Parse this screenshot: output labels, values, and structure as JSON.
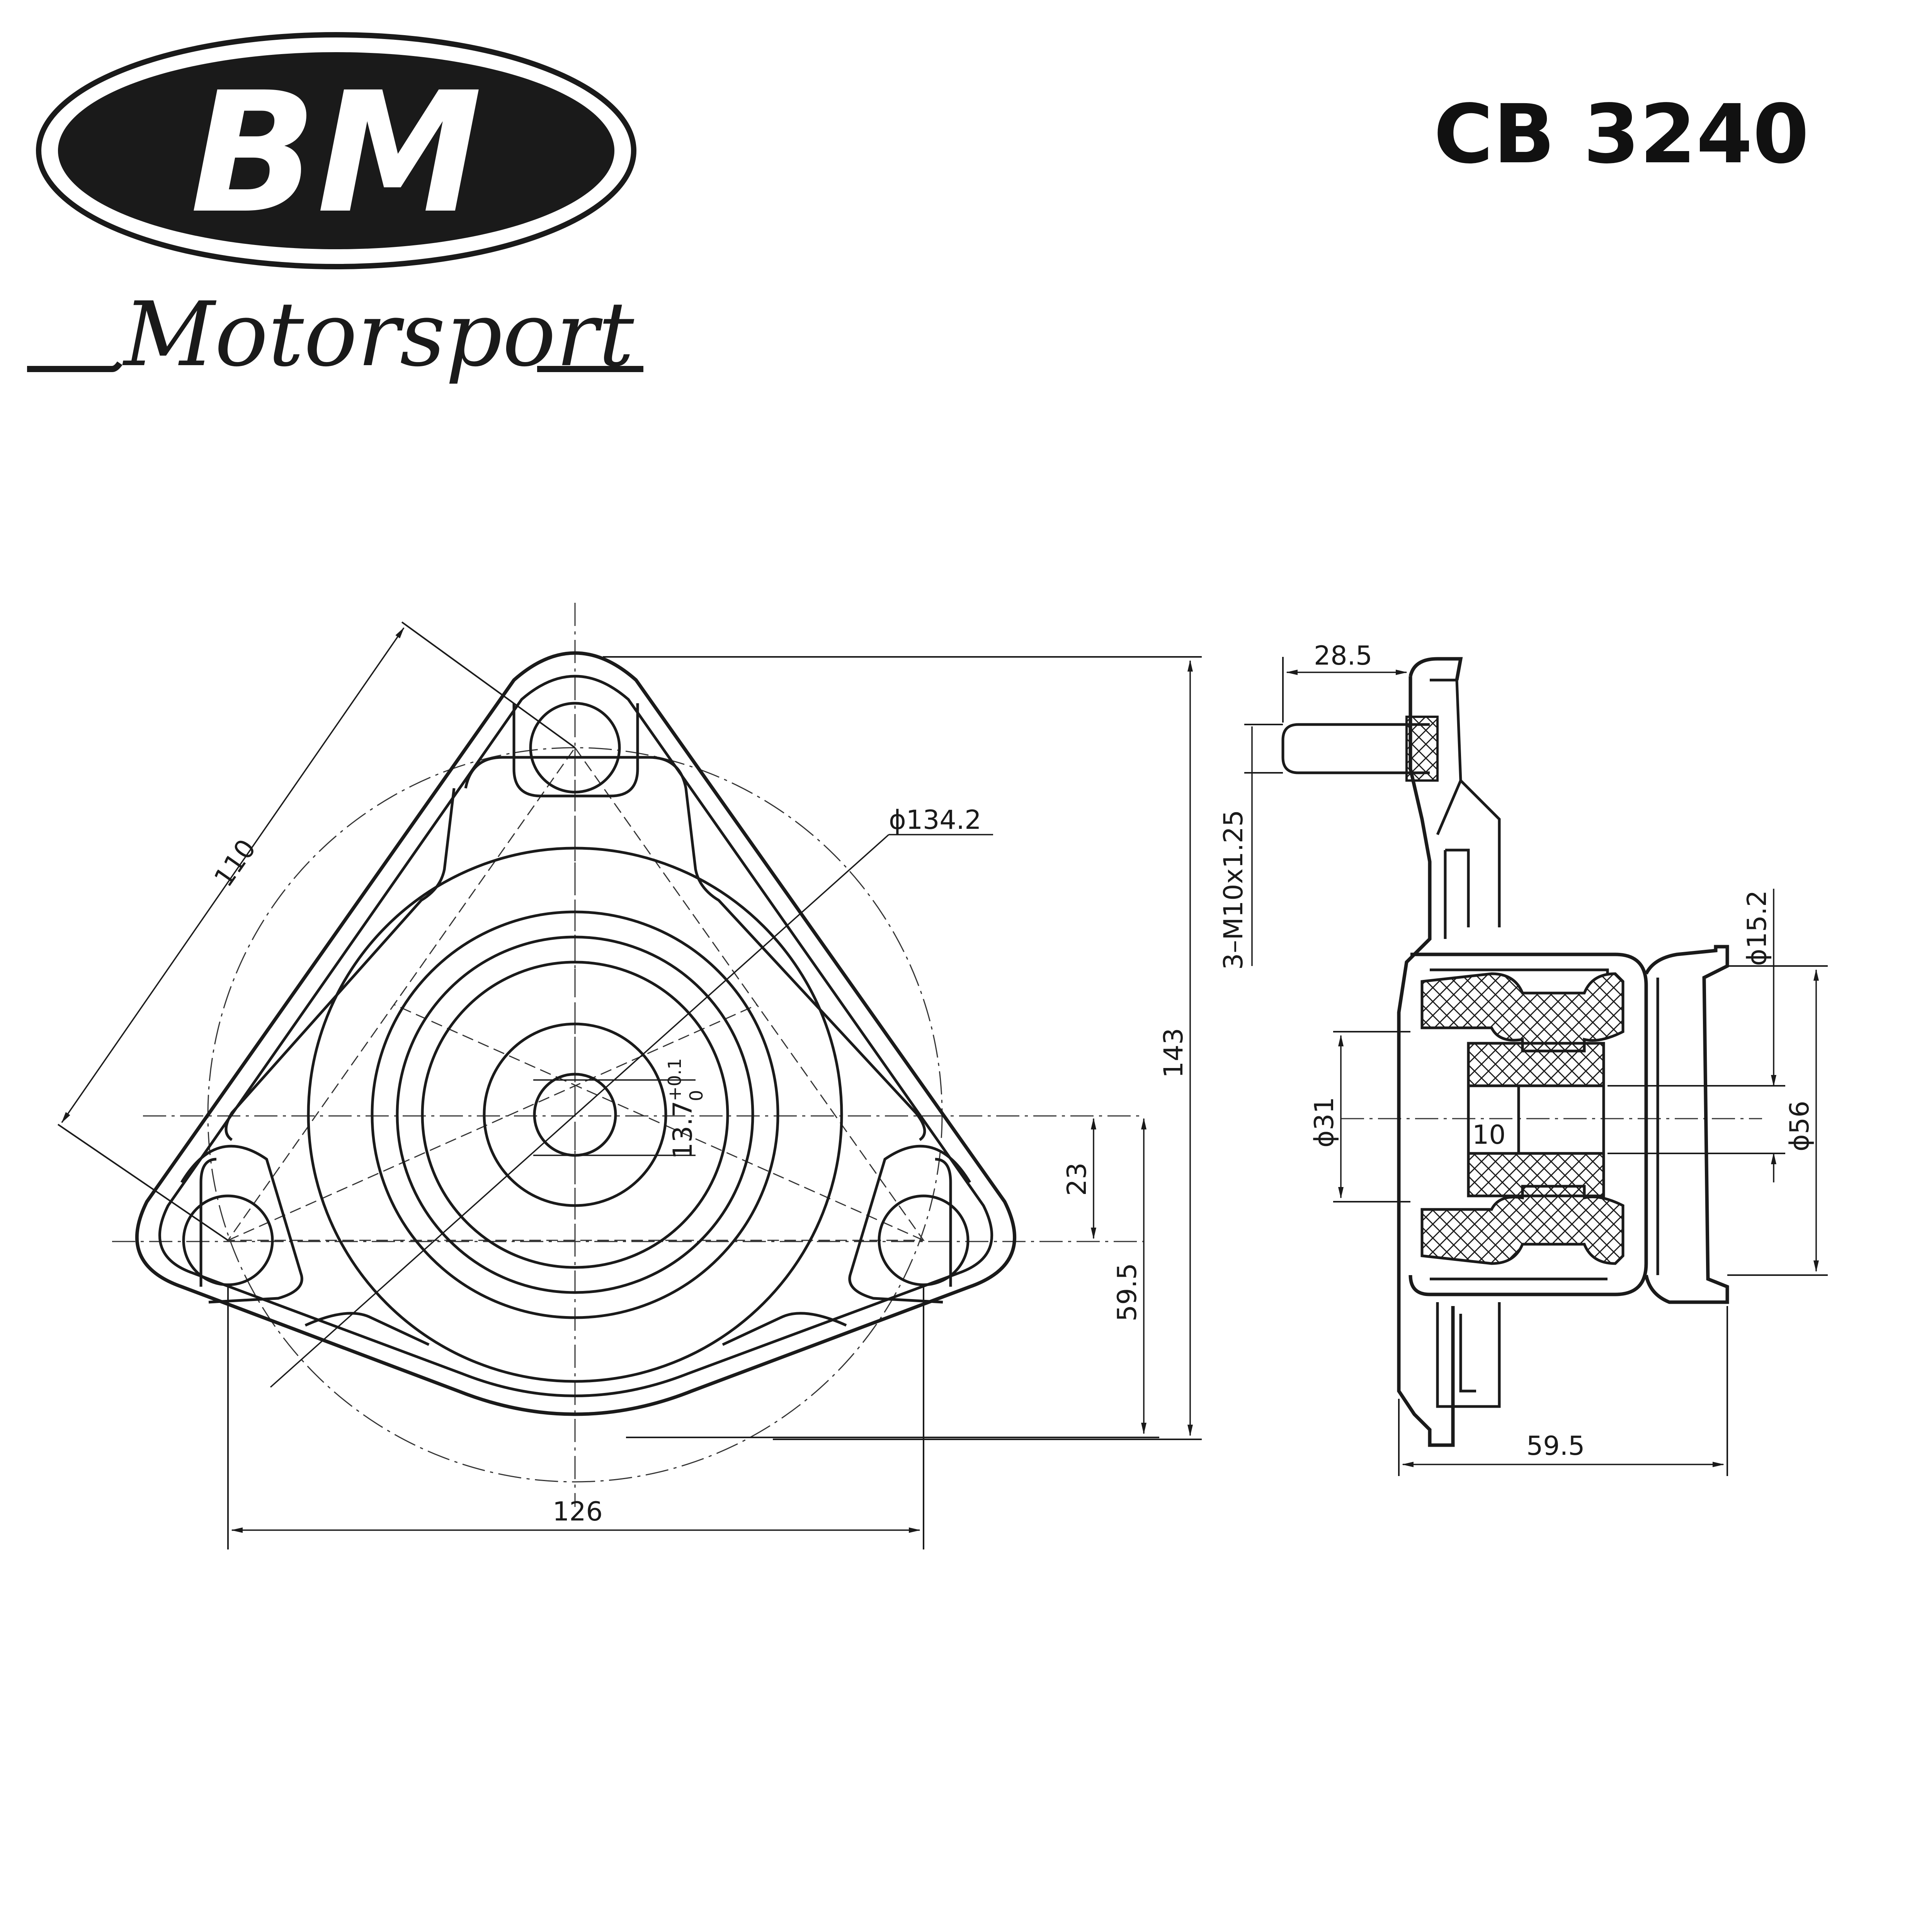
{
  "brand": {
    "logo_text": "BM",
    "tagline": "Motorsport"
  },
  "part_number": "CB 3240",
  "front_view": {
    "dimensions": {
      "bolt_circle": "ϕ134.2",
      "diagonal": "110",
      "center_bore": "13.7",
      "tol_upper": "+0.1",
      "tol_lower": "0",
      "offset_small": "23",
      "offset_large": "59.5",
      "height": "143",
      "width": "126"
    }
  },
  "side_view": {
    "dimensions": {
      "stud_length": "28.5",
      "thread": "3–M10x1.25",
      "bearing_od": "ϕ15.2",
      "inner_diameter": "ϕ31",
      "outer_diameter": "ϕ56",
      "bushing_width": "10",
      "overall_depth": "59.5"
    }
  }
}
